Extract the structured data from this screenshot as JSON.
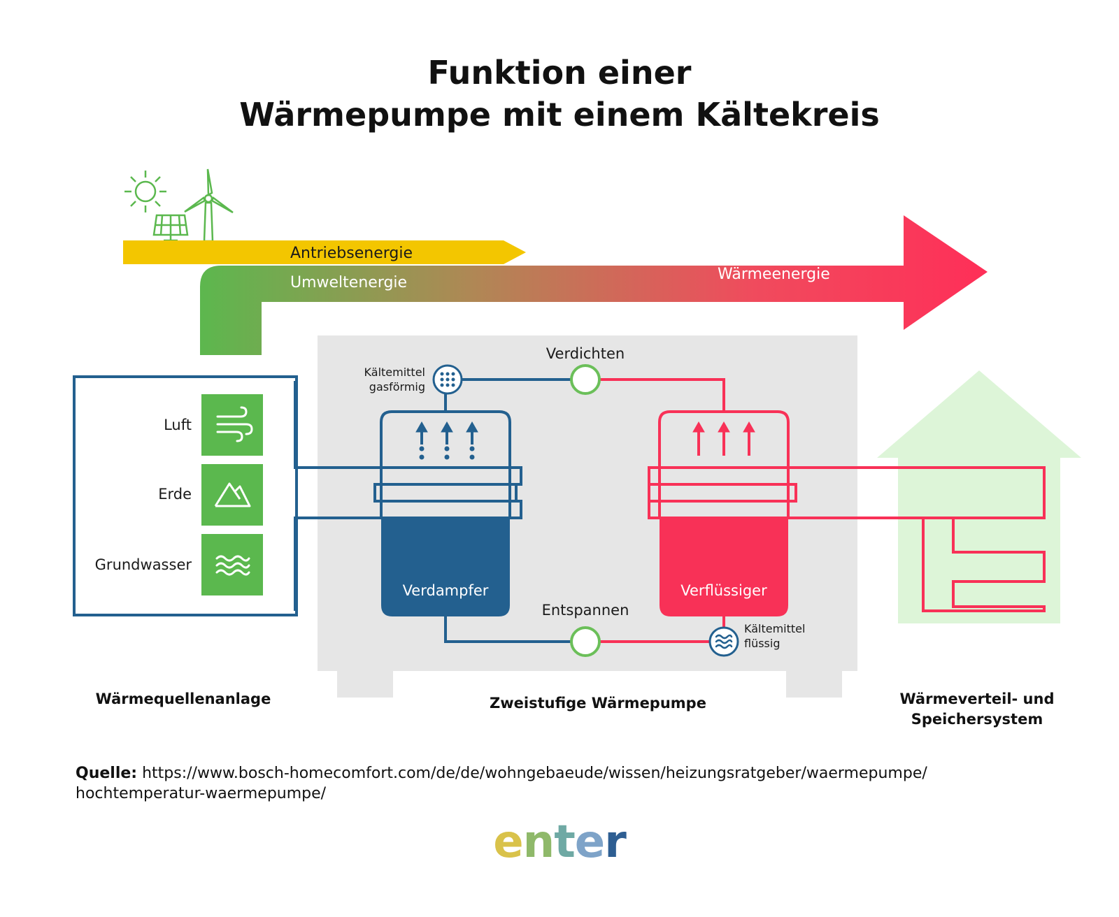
{
  "title": {
    "line1": "Funktion einer",
    "line2": "Wärmepumpe mit einem Kältekreis"
  },
  "energy": {
    "drive": "Antriebsenergie",
    "environment": "Umweltenergie",
    "heat": "Wärmeenergie"
  },
  "sources": {
    "items": [
      {
        "label": "Luft",
        "icon": "wind-icon"
      },
      {
        "label": "Erde",
        "icon": "mountain-icon"
      },
      {
        "label": "Grundwasser",
        "icon": "waves-icon"
      }
    ]
  },
  "pump": {
    "compress": "Verdichten",
    "expand": "Entspannen",
    "refrigerant_gas_line1": "Kältemittel",
    "refrigerant_gas_line2": "gasförmig",
    "refrigerant_liquid_line1": "Kältemittel",
    "refrigerant_liquid_line2": "flüssig",
    "evaporator": "Verdampfer",
    "condenser": "Verflüssiger"
  },
  "sections": {
    "source_system": "Wärmequellenanlage",
    "heat_pump": "Zweistufige Wärmepumpe",
    "distribution_line1": "Wärmeverteil- und",
    "distribution_line2": "Speichersystem"
  },
  "source_note": {
    "label": "Quelle:",
    "url_line1": "https://www.bosch-homecomfort.com/de/de/wohngebaeude/wissen/heizungsratgeber/waermepumpe/",
    "url_line2": "hochtemperatur-waermepumpe/"
  },
  "logo": {
    "letters": [
      "e",
      "n",
      "t",
      "e",
      "r"
    ]
  },
  "colors": {
    "blue": "#23608F",
    "red": "#F83157",
    "green": "#5BB84E",
    "yellow": "#F3C600",
    "light_green": "#DDF5D8",
    "gray": "#E6E6E6",
    "circle_green": "#6BBF59"
  }
}
